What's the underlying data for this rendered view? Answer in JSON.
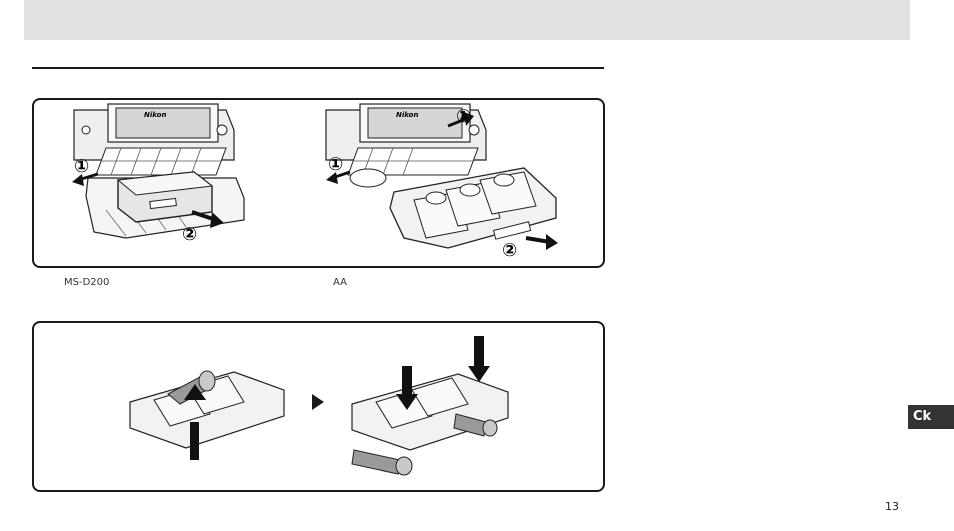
{
  "captions": {
    "left": "MS-D200",
    "right": "AA"
  },
  "markers": {
    "step1": "①",
    "step2": "②"
  },
  "figure_text": {
    "brand": "Nikon"
  },
  "side_tab": {
    "label": "Ck"
  },
  "page_number": "13"
}
